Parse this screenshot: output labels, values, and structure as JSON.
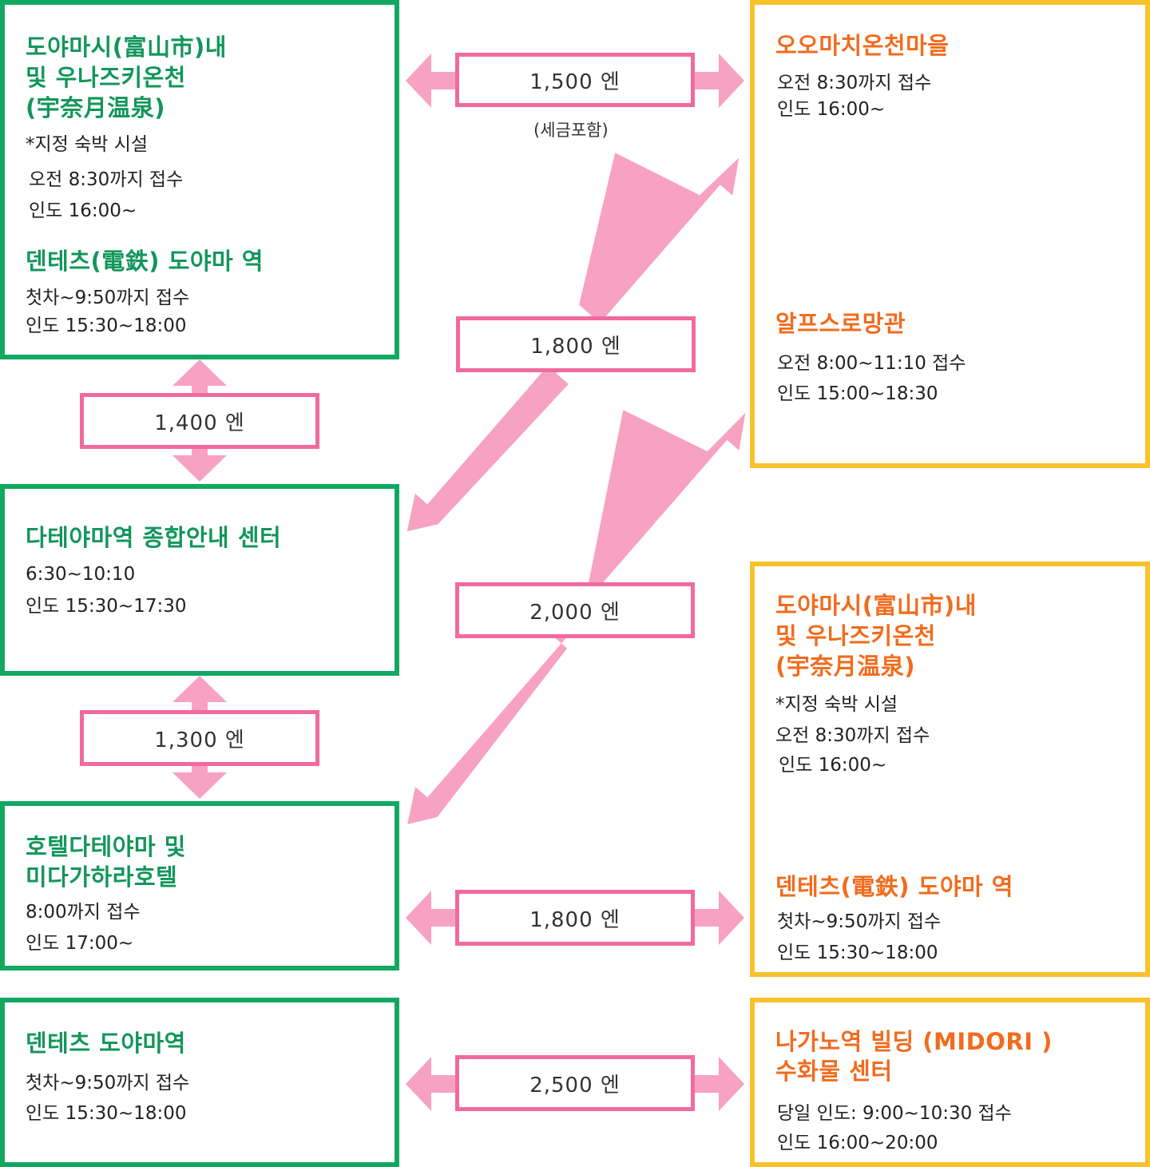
{
  "colors": {
    "green": "#12a862",
    "yellow": "#f8c12e",
    "orange": "#f26b1d",
    "pink_arrow": "#f7a2c2",
    "pink_border": "#f06a9e"
  },
  "left": {
    "toyama_city": {
      "title": [
        "도야마시(富山市)내",
        "및 우나즈키온천",
        "(宇奈月温泉)"
      ],
      "note": "*지정 숙박 시설",
      "lines": [
        "오전 8:30까지 접수",
        "인도 16:00~"
      ],
      "sub_title": "덴테츠(電鉄)  도야마 역",
      "sub_lines": [
        "첫차~9:50까지 접수",
        "인도 15:30~18:00"
      ]
    },
    "tateyama_center": {
      "title": [
        "다테야마역 종합안내 센터"
      ],
      "lines": [
        "6:30~10:10",
        "인도 15:30~17:30"
      ]
    },
    "hotel": {
      "title": [
        "호텔다테야마 및",
        "미다가하라호텔"
      ],
      "lines": [
        "8:00까지 접수",
        "인도 17:00~"
      ]
    },
    "dentetsu": {
      "title": [
        "덴테츠 도야마역"
      ],
      "lines": [
        "첫차~9:50까지 접수",
        "인도 15:30~18:00"
      ]
    }
  },
  "right": {
    "omachi": {
      "title": [
        "오오마치온천마을"
      ],
      "lines": [
        "오전 8:30까지 접수",
        "인도 16:00~"
      ]
    },
    "alps": {
      "title": [
        "알프스로망관"
      ],
      "lines": [
        "오전 8:00~11:10 접수",
        "인도 15:00~18:30"
      ]
    },
    "toyama_city": {
      "title": [
        "도야마시(富山市)내",
        "및 우나즈키온천",
        "(宇奈月温泉)"
      ],
      "note": "*지정 숙박 시설",
      "lines": [
        "오전 8:30까지 접수",
        "인도 16:00~"
      ],
      "sub_title": "덴테츠(電鉄)  도야마 역",
      "sub_lines": [
        "첫차~9:50까지 접수",
        "인도 15:30~18:00"
      ]
    },
    "nagano": {
      "title": [
        "나가노역 빌딩 (MIDORI )",
        "수화물 센터"
      ],
      "lines": [
        "당일 인도: 9:00~10:30 접수",
        "인도 16:00~20:00"
      ]
    }
  },
  "prices": {
    "p1500": "1,500 엔",
    "tax_note": "(세금포함)",
    "p1800_diag": "1,800 엔",
    "p1400": "1,400 엔",
    "p2000": "2,000 엔",
    "p1300": "1,300 엔",
    "p1800_h": "1,800 엔",
    "p2500": "2,500 엔"
  }
}
